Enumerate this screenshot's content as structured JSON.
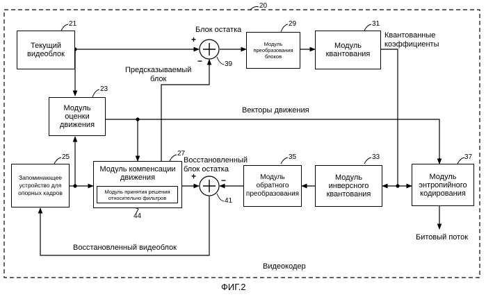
{
  "encoder": {
    "ref": "20",
    "label": "Видеокодер"
  },
  "figure_caption": "ФИГ.2",
  "blocks": {
    "current": {
      "ref": "21",
      "lines": [
        "Текущий",
        "видеоблок"
      ]
    },
    "transform": {
      "ref": "29",
      "lines": [
        "Модуль",
        "преобразования",
        "блоков"
      ]
    },
    "quant": {
      "ref": "31",
      "lines": [
        "Модуль",
        "квантования"
      ]
    },
    "motion_est": {
      "ref": "23",
      "lines": [
        "Модуль",
        "оценки",
        "движения"
      ]
    },
    "ref_store": {
      "ref": "25",
      "lines": [
        "Запоминающее",
        "устройство для",
        "опорных кадров"
      ]
    },
    "motion_comp": {
      "ref": "27",
      "lines": [
        "Модуль компенсации",
        "движения"
      ]
    },
    "filter_decision": {
      "ref": "44",
      "lines": [
        "Модуль принятия решения",
        "относительно фильтров"
      ]
    },
    "inv_transform": {
      "ref": "35",
      "lines": [
        "Модуль",
        "обратного",
        "преобразования"
      ]
    },
    "inv_quant": {
      "ref": "33",
      "lines": [
        "Модуль",
        "инверсного",
        "квантования"
      ]
    },
    "entropy": {
      "ref": "37",
      "lines": [
        "Модуль",
        "энтропийного",
        "кодирования"
      ]
    }
  },
  "adders": {
    "top": {
      "ref": "39",
      "plus": "+",
      "minus": "−"
    },
    "bottom": {
      "ref": "41",
      "plus": "+",
      "minus": "−"
    }
  },
  "signals": {
    "residual": "Блок остатка",
    "quantized": [
      "Квантованные",
      "коэффициенты"
    ],
    "predicted": [
      "Предсказываемый",
      "блок"
    ],
    "motion_vectors": "Векторы движения",
    "recon_residual": [
      "Восстановленный",
      "блок остатка"
    ],
    "recon_block": "Восстановленный видеоблок",
    "bitstream": "Битовый поток"
  }
}
